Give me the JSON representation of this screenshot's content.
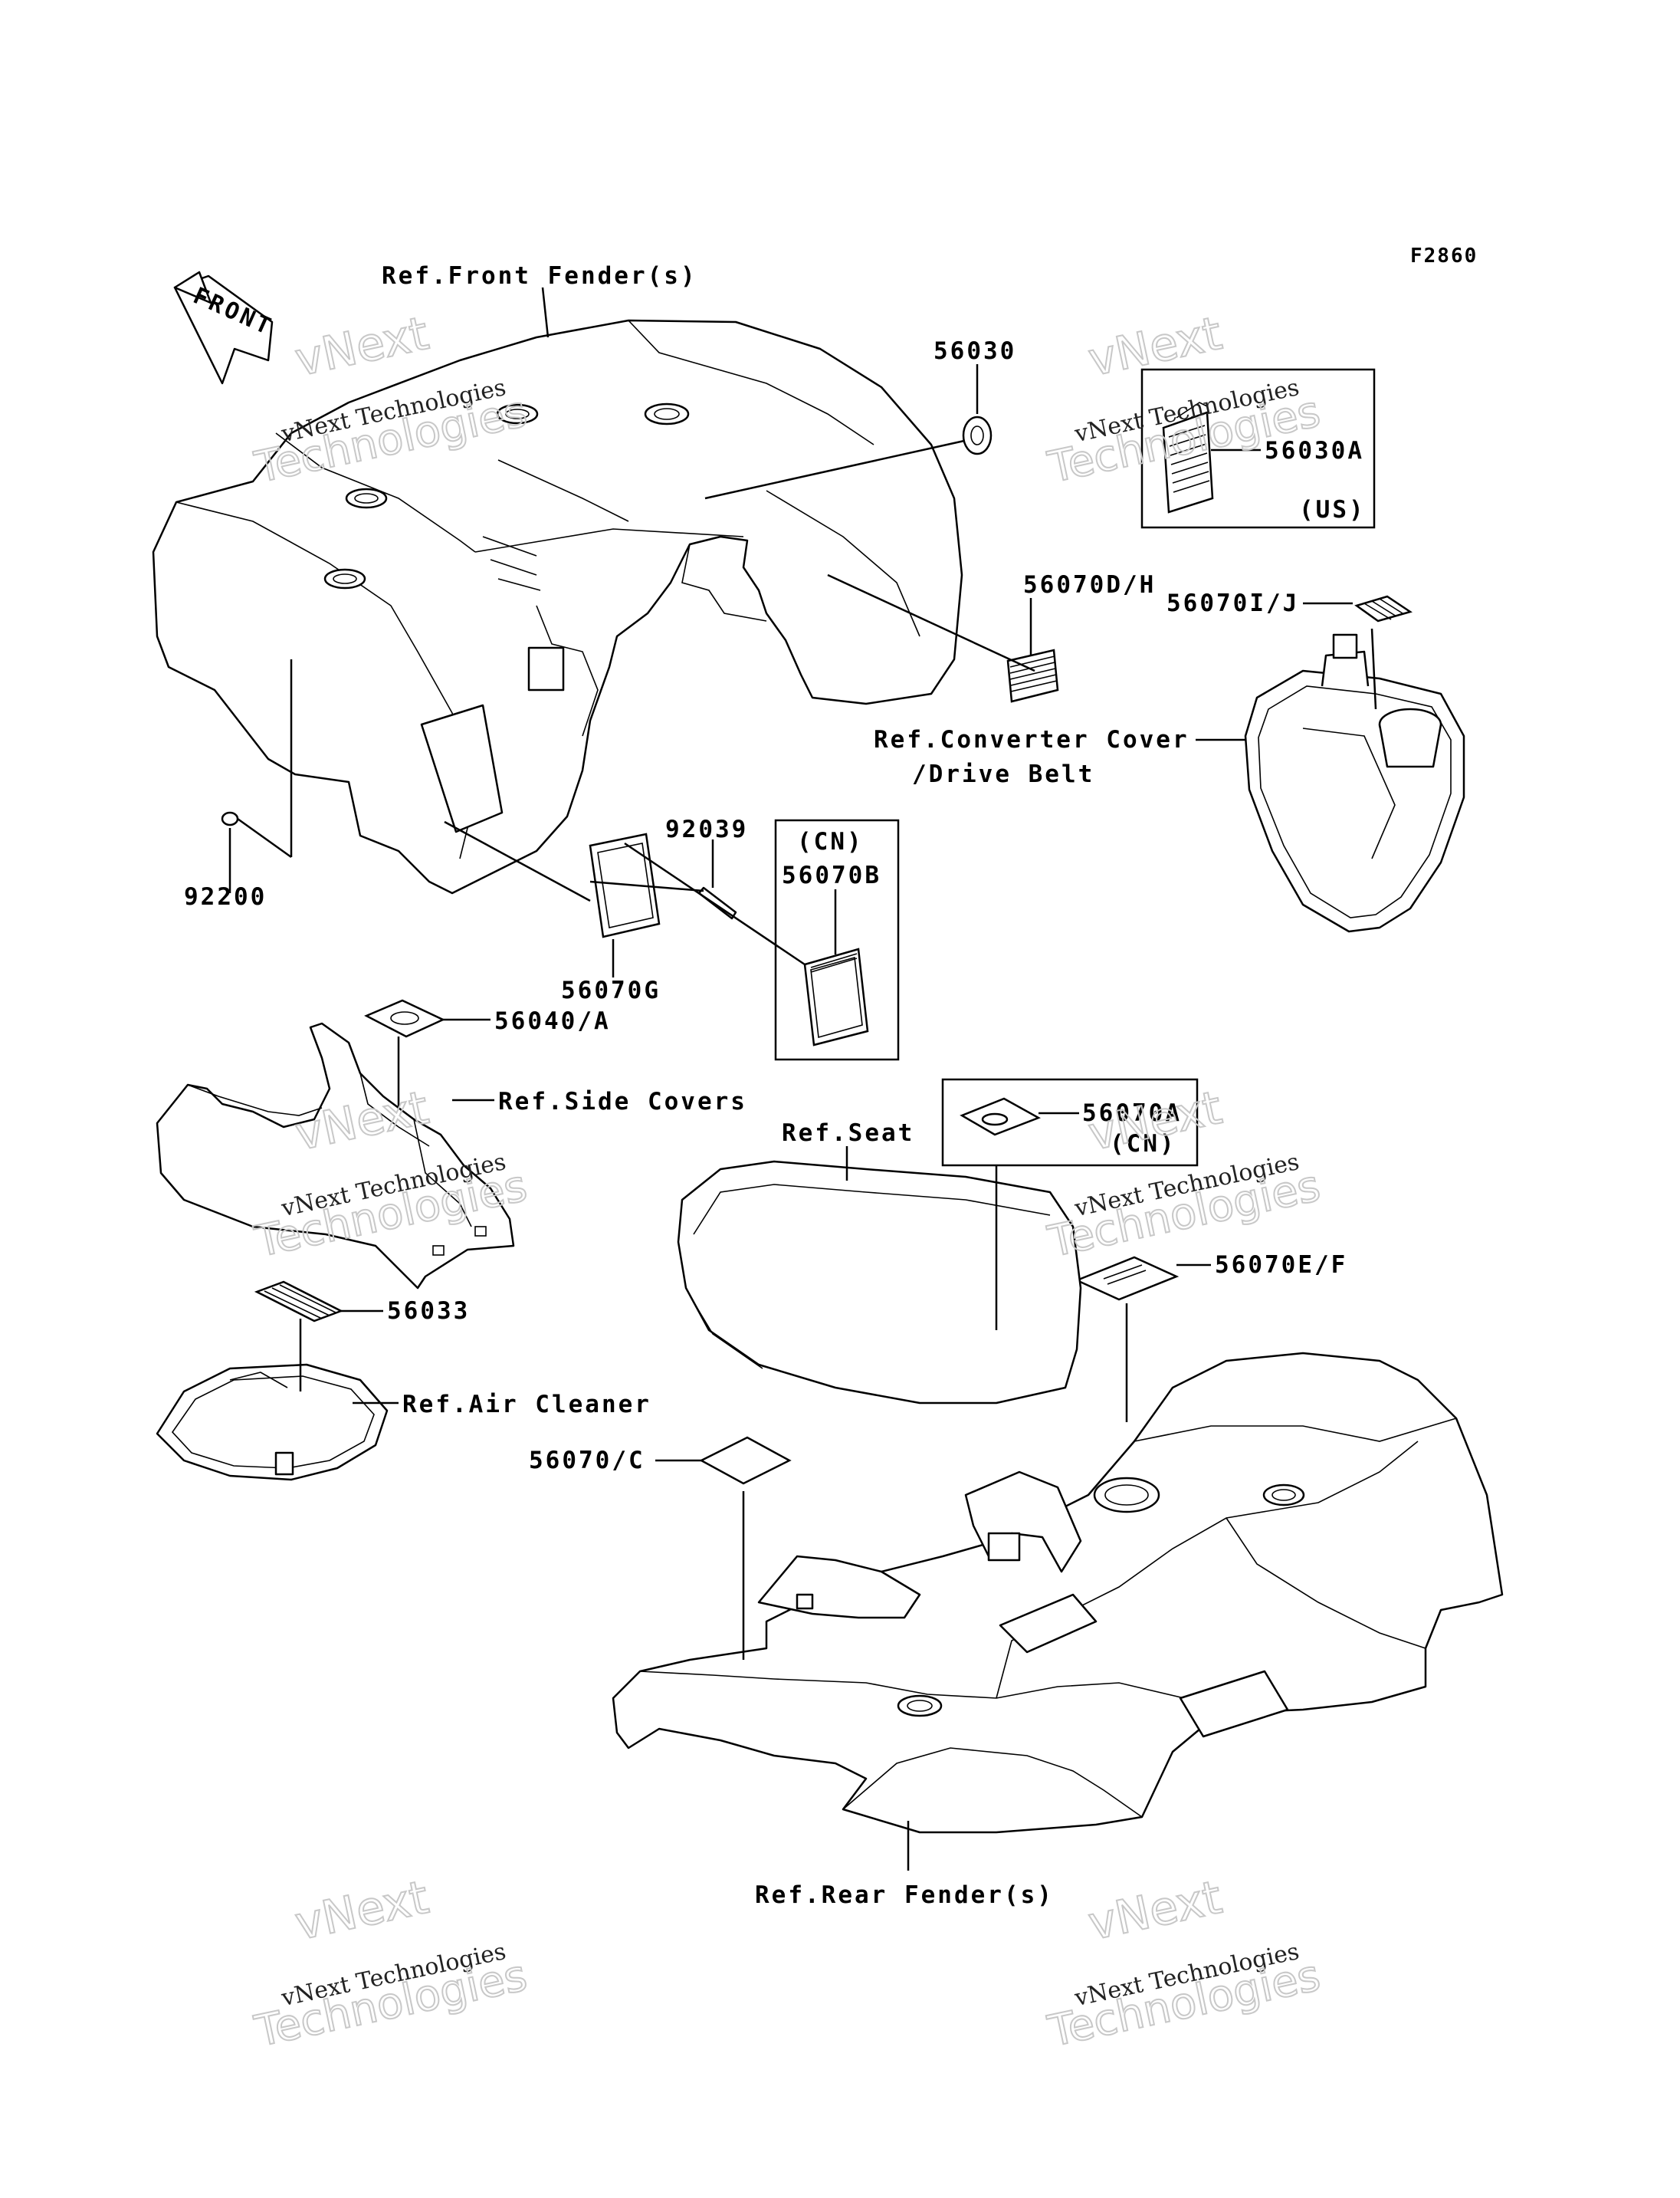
{
  "figure_code": "F2860",
  "front_arrow": "FRONT",
  "refs": {
    "front_fender": "Ref.Front Fender(s)",
    "converter_cover_1": "Ref.Converter Cover",
    "converter_cover_2": "/Drive Belt",
    "side_covers": "Ref.Side Covers",
    "seat": "Ref.Seat",
    "air_cleaner": "Ref.Air Cleaner",
    "rear_fender": "Ref.Rear Fender(s)"
  },
  "parts": {
    "p56030": "56030",
    "p56030A": "56030A",
    "us": "(US)",
    "p56070DH": "56070D/H",
    "p56070IJ": "56070I/J",
    "p92039": "92039",
    "cn1": "(CN)",
    "p56070B": "56070B",
    "p92200": "92200",
    "p56070G": "56070G",
    "p56040A": "56040/A",
    "p56070A": "56070A",
    "cn2": "(CN)",
    "p56070EF": "56070E/F",
    "p56033": "56033",
    "p56070C": "56070/C"
  },
  "watermark": {
    "line1": "vNext",
    "line2": "vNext Technologies",
    "line3": "Technologies"
  }
}
